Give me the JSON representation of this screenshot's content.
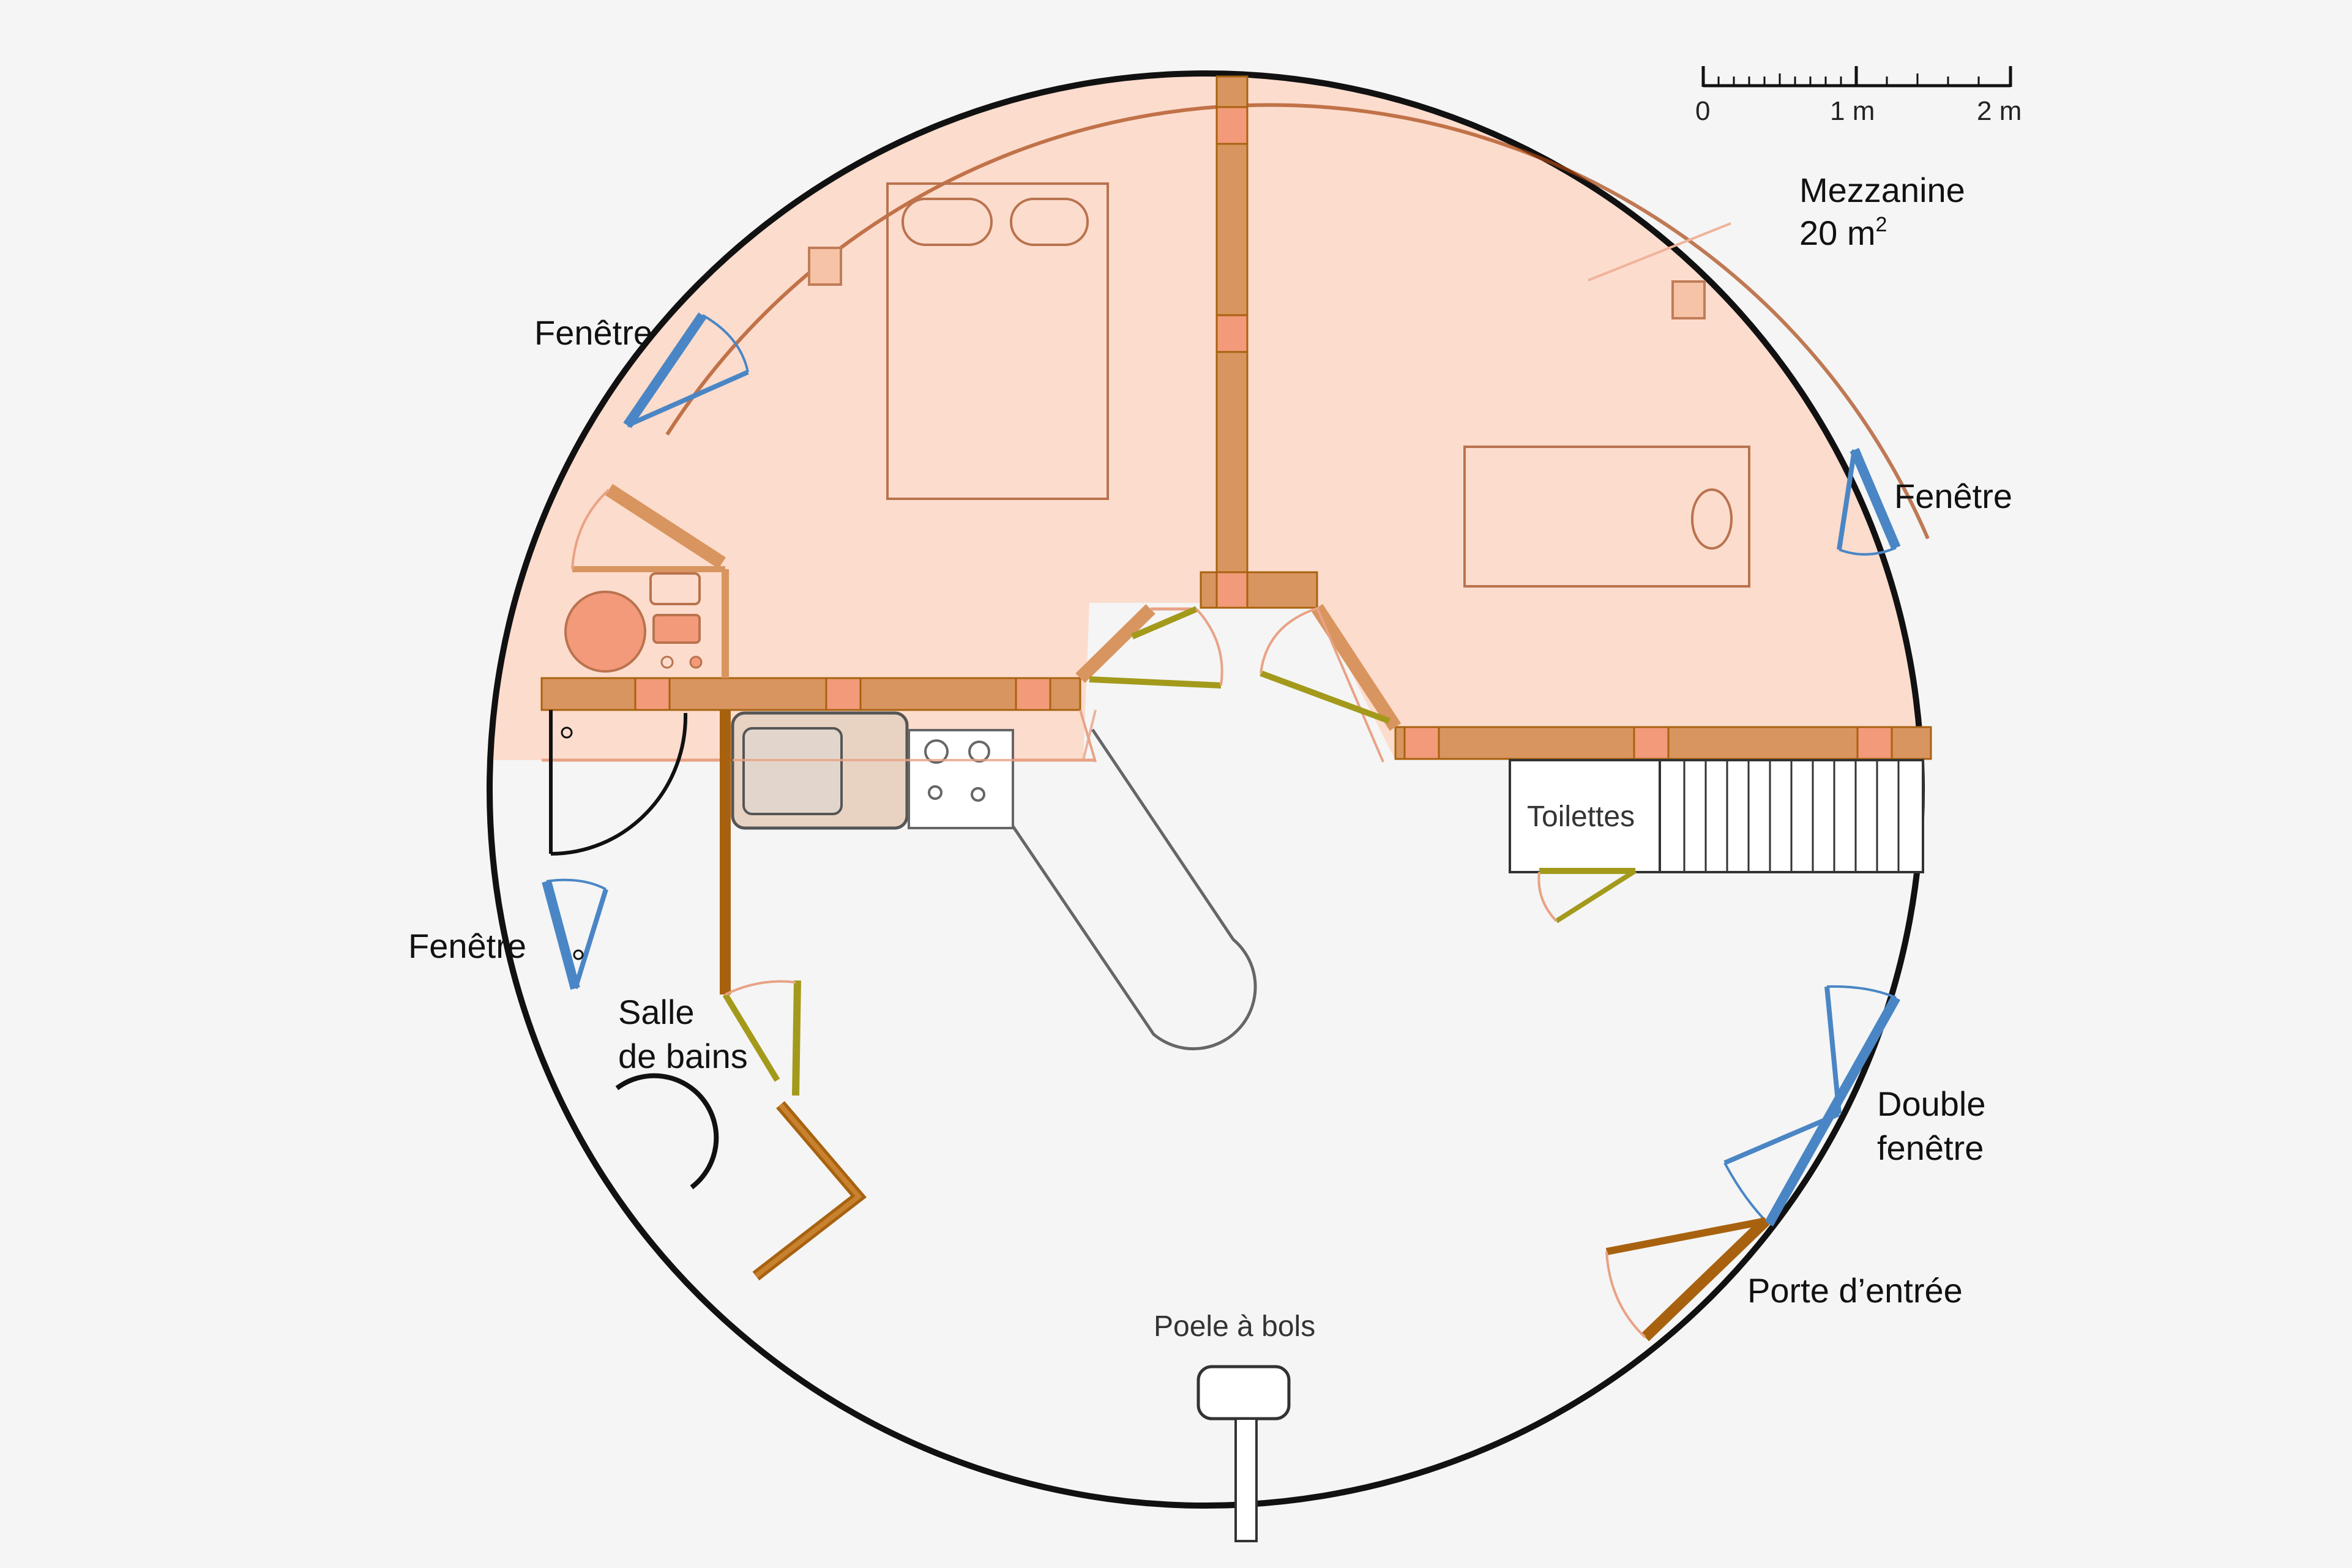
{
  "scale": {
    "zero": "0",
    "one": "1 m",
    "two": "2 m"
  },
  "labels": {
    "mezzanine": "Mezzanine",
    "mezzanine_area": "20 m",
    "mezzanine_area_sup": "2",
    "window_top_left": "Fenêtre",
    "window_right": "Fenêtre",
    "window_left": "Fenêtre",
    "bathroom_line1": "Salle",
    "bathroom_line2": "de bains",
    "toilets": "Toilettes",
    "double_window_line1": "Double",
    "double_window_line2": "fenêtre",
    "entrance_door": "Porte d’entrée",
    "stove": "Poele à bols"
  },
  "colors": {
    "mezzanine_fill": "#fcdccd",
    "beam": "#d9955f",
    "post": "#f39a7a",
    "window": "#4a86c5",
    "interior_door": "#a39a1c",
    "wood_wall": "#a8620f",
    "arc": "#e9a285",
    "outline": "#111111"
  }
}
